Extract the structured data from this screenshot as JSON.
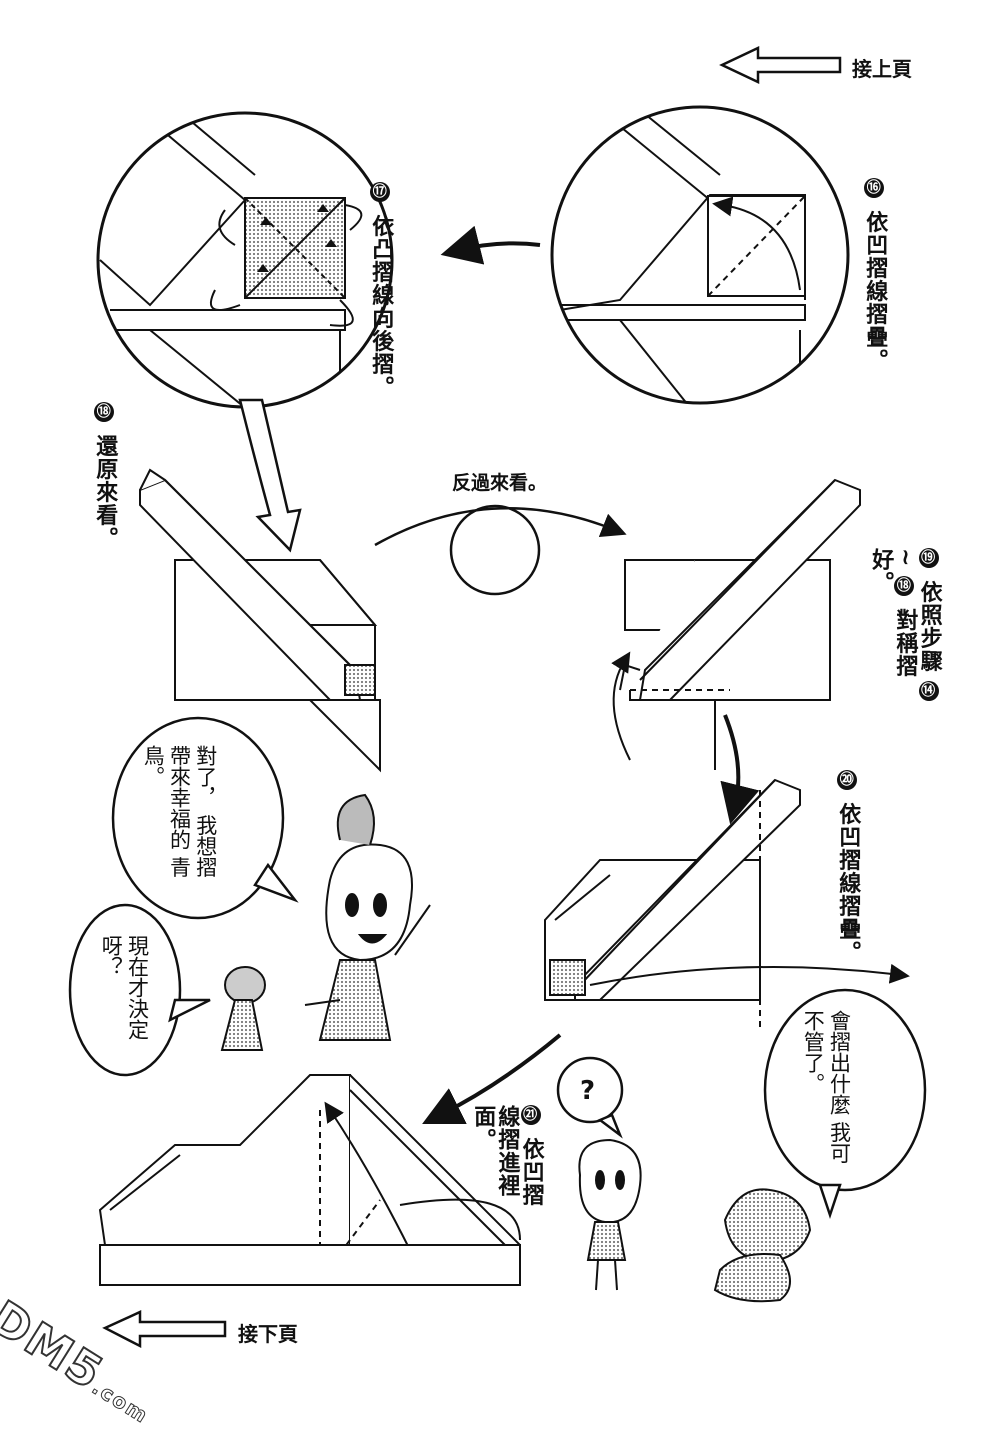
{
  "header": {
    "prev_page_label": "接上頁"
  },
  "footer": {
    "next_page_label": "接下頁"
  },
  "steps": [
    {
      "number": "⑯",
      "text": "依凹摺線摺疊。"
    },
    {
      "number": "⑰",
      "text": "依凸摺線向後摺。"
    },
    {
      "number": "⑱",
      "text": "還原來看。"
    },
    {
      "number": "⑲",
      "text_a": "依照步驟",
      "ref_start": "⑭",
      "dash": "~",
      "ref_end": "⑱",
      "text_b": "對稱摺好。"
    },
    {
      "number": "⑳",
      "text": "依凹摺線摺疊。"
    },
    {
      "number": "㉑",
      "text": "依凹摺線摺進裡面。"
    }
  ],
  "flip_label": "反過來看。",
  "bubbles": {
    "girl_speech": [
      "對了，",
      "我想摺",
      "帶來幸福的",
      "青鳥。"
    ],
    "small_char_speech": [
      "現在才決定",
      "呀？"
    ],
    "question": "?",
    "cat_char_speech": [
      "會摺出什麼",
      "我可不管了。"
    ]
  },
  "watermark": {
    "main": "DM5",
    "sub": ".com"
  },
  "colors": {
    "ink": "#111111",
    "screentone": "#9a9a9a",
    "paper": "#ffffff"
  }
}
